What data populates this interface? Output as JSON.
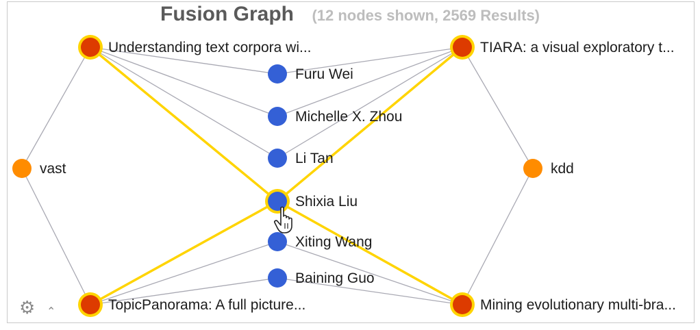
{
  "title": {
    "main": "Fusion Graph",
    "sub": "(12 nodes shown, 2569 Results)"
  },
  "colors": {
    "paper": "#dd3b00",
    "venue": "#ff8c00",
    "author": "#3460d6",
    "highlight": "#ffd400",
    "edge": "#a9a9b3"
  },
  "nodes": {
    "p1": {
      "label": "Understanding text corpora wi...",
      "type": "paper",
      "highlighted": true
    },
    "p2": {
      "label": "TIARA: a visual exploratory t...",
      "type": "paper",
      "highlighted": true
    },
    "p3": {
      "label": "TopicPanorama: A full picture...",
      "type": "paper",
      "highlighted": true
    },
    "p4": {
      "label": "Mining evolutionary multi-bra...",
      "type": "paper",
      "highlighted": true
    },
    "v1": {
      "label": "vast",
      "type": "venue",
      "highlighted": false
    },
    "v2": {
      "label": "kdd",
      "type": "venue",
      "highlighted": false
    },
    "a1": {
      "label": "Furu Wei",
      "type": "author",
      "highlighted": false
    },
    "a2": {
      "label": "Michelle X. Zhou",
      "type": "author",
      "highlighted": false
    },
    "a3": {
      "label": "Li Tan",
      "type": "author",
      "highlighted": false
    },
    "a4": {
      "label": "Shixia Liu",
      "type": "author",
      "highlighted": true
    },
    "a5": {
      "label": "Xiting Wang",
      "type": "author",
      "highlighted": false
    },
    "a6": {
      "label": "Baining Guo",
      "type": "author",
      "highlighted": false
    }
  },
  "edges": [
    {
      "from": "v1",
      "to": "p1",
      "highlighted": false
    },
    {
      "from": "v1",
      "to": "p3",
      "highlighted": false
    },
    {
      "from": "v2",
      "to": "p2",
      "highlighted": false
    },
    {
      "from": "v2",
      "to": "p4",
      "highlighted": false
    },
    {
      "from": "p1",
      "to": "a1",
      "highlighted": false
    },
    {
      "from": "p1",
      "to": "a2",
      "highlighted": false
    },
    {
      "from": "p1",
      "to": "a3",
      "highlighted": false
    },
    {
      "from": "p2",
      "to": "a1",
      "highlighted": false
    },
    {
      "from": "p2",
      "to": "a2",
      "highlighted": false
    },
    {
      "from": "p2",
      "to": "a3",
      "highlighted": false
    },
    {
      "from": "p3",
      "to": "a5",
      "highlighted": false
    },
    {
      "from": "p3",
      "to": "a6",
      "highlighted": false
    },
    {
      "from": "p4",
      "to": "a5",
      "highlighted": false
    },
    {
      "from": "p4",
      "to": "a6",
      "highlighted": false
    },
    {
      "from": "p1",
      "to": "a4",
      "highlighted": true
    },
    {
      "from": "p2",
      "to": "a4",
      "highlighted": true
    },
    {
      "from": "p3",
      "to": "a4",
      "highlighted": true
    },
    {
      "from": "p4",
      "to": "a4",
      "highlighted": true
    }
  ],
  "controls": {
    "settings_icon": "gear-icon",
    "collapse_icon": "chevron-up-icon",
    "cursor_icon": "hand-pointer-icon"
  }
}
